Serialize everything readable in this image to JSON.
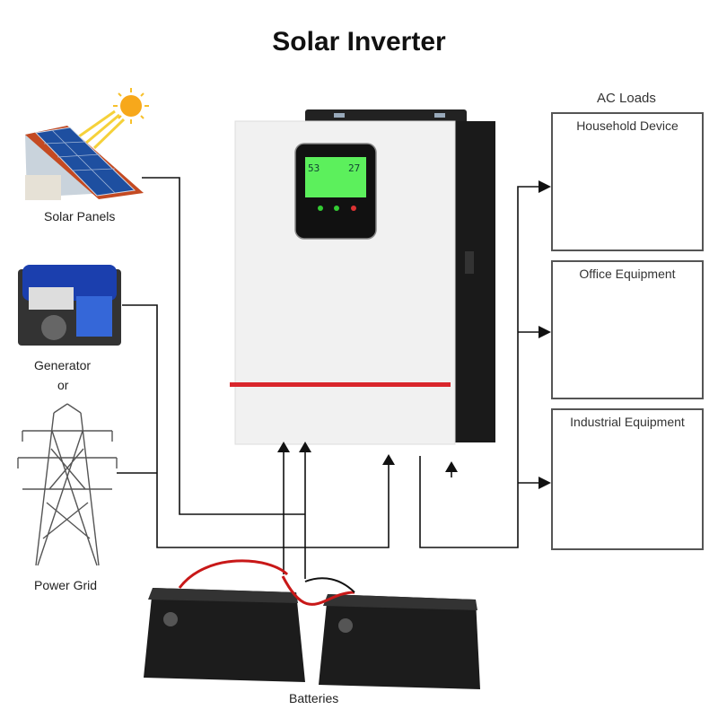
{
  "title": "Solar Inverter",
  "sources": {
    "solar": "Solar Panels",
    "generator": "Generator",
    "or": "or",
    "grid": "Power Grid",
    "batteries": "Batteries"
  },
  "loads": {
    "heading": "AC Loads",
    "groups": [
      {
        "label": "Household Device"
      },
      {
        "label": "Office Equipment"
      },
      {
        "label": "Industrial Equipment"
      }
    ]
  },
  "display": {
    "readout_left": "53",
    "readout_right": "27"
  },
  "colors": {
    "lcd": "#5cf05c",
    "accent_stripe": "#d9262c",
    "wire": "#111111",
    "cable": "#c81818"
  }
}
